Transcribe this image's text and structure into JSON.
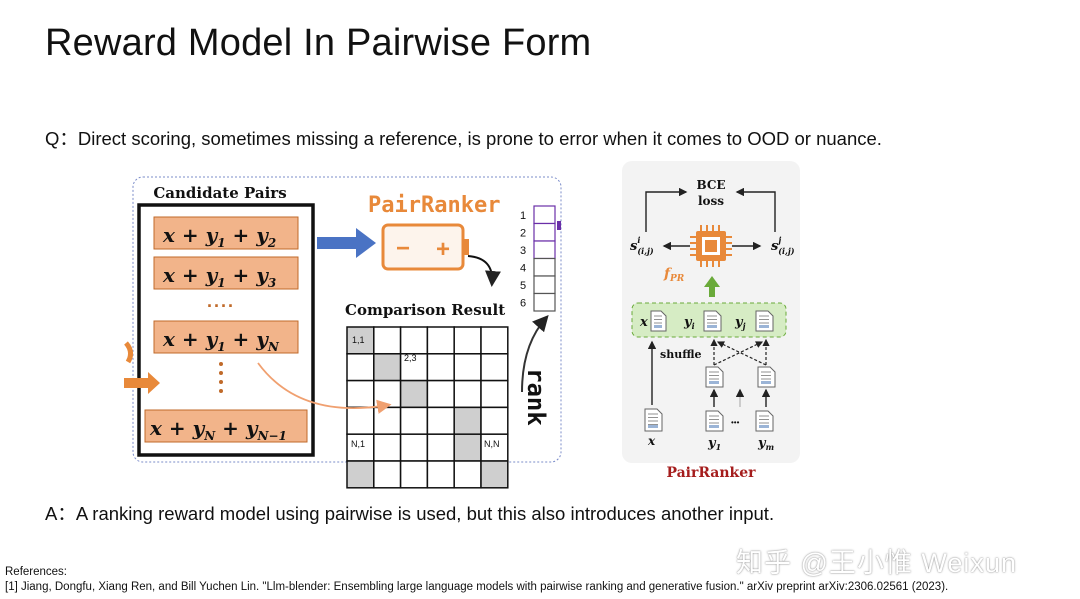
{
  "title": "Reward Model In Pairwise Form",
  "question": "Q：Direct scoring, sometimes missing a reference, is prone to error when it comes to OOD or nuance.",
  "answer": "A：A ranking reward model using pairwise is used, but this also introduces another input.",
  "references": {
    "heading": "References:",
    "items": [
      "[1] Jiang, Dongfu, Xiang Ren, and Bill Yuchen Lin. \"Llm-blender: Ensembling large language models with pairwise ranking and generative fusion.\" arXiv preprint arXiv:2306.02561 (2023)."
    ]
  },
  "watermark": "知乎 @王小惟 Weixun",
  "left_figure": {
    "candidate_title": "Candidate Pairs",
    "pairs": [
      "x + y",
      "x + y",
      "....",
      "x + y",
      "x + y"
    ],
    "pair_subs": [
      [
        "1",
        "2"
      ],
      [
        "1",
        "3"
      ],
      [
        "",
        ""
      ],
      [
        "1",
        "N"
      ],
      [
        "N",
        "N−1"
      ]
    ],
    "pairranker_label": "PairRanker",
    "battery_minus": "−",
    "battery_plus": "+",
    "rank_numbers": [
      "1",
      "2",
      "3",
      "4",
      "5",
      "6"
    ],
    "comparison_title": "Comparison Result",
    "grid_labels": {
      "top_left": "1,1",
      "mid": "2,3",
      "bottom_left": "N,1",
      "bottom_right": "N,N"
    },
    "rank_label": "rank"
  },
  "right_figure": {
    "bce": "BCE",
    "loss": "loss",
    "s_left": "s",
    "s_right": "s",
    "s_sub": "(i,j)",
    "s_sup_left": "i",
    "s_sup_right": "j",
    "fpr": "f",
    "fpr_sub": "PR",
    "x_label": "x",
    "yi_label": "y",
    "yi_sub": "i",
    "yj_label": "y",
    "yj_sub": "j",
    "shuffle": "shuffle",
    "bottom_x": "x",
    "bottom_y1": "y",
    "bottom_y1_sub": "1",
    "dots": "•••",
    "bottom_ym": "y",
    "bottom_ym_sub": "m",
    "caption": "PairRanker"
  },
  "colors": {
    "pair_fill": "#f2b48a",
    "pair_border": "#c06a2a",
    "pairranker_orange": "#e8893a",
    "arrow_blue": "#4a73c4",
    "rank_purple": "#6a2fa8",
    "grid_gray": "#cfcfcf",
    "right_panel_bg": "#f3f3f3",
    "green_box": "#d6ecc4",
    "green_arrow": "#6aaa3a",
    "caption_red": "#a51d1d"
  }
}
